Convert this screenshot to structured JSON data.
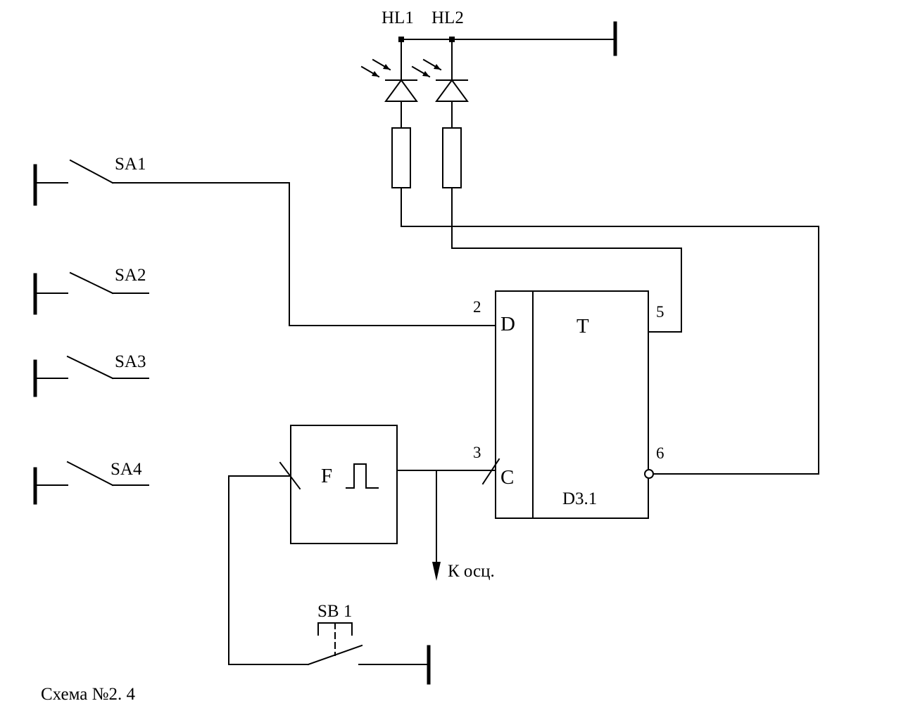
{
  "labels": {
    "hl1": "HL1",
    "hl2": "HL2",
    "sa1": "SA1",
    "sa2": "SA2",
    "sa3": "SA3",
    "sa4": "SA4",
    "sb1": "SB 1",
    "f": "F",
    "d": "D",
    "c": "C",
    "t": "T",
    "d31": "D3.1",
    "pin2": "2",
    "pin3": "3",
    "pin5": "5",
    "pin6": "6",
    "osc": "К осц.",
    "caption": "Схема №2. 4"
  }
}
